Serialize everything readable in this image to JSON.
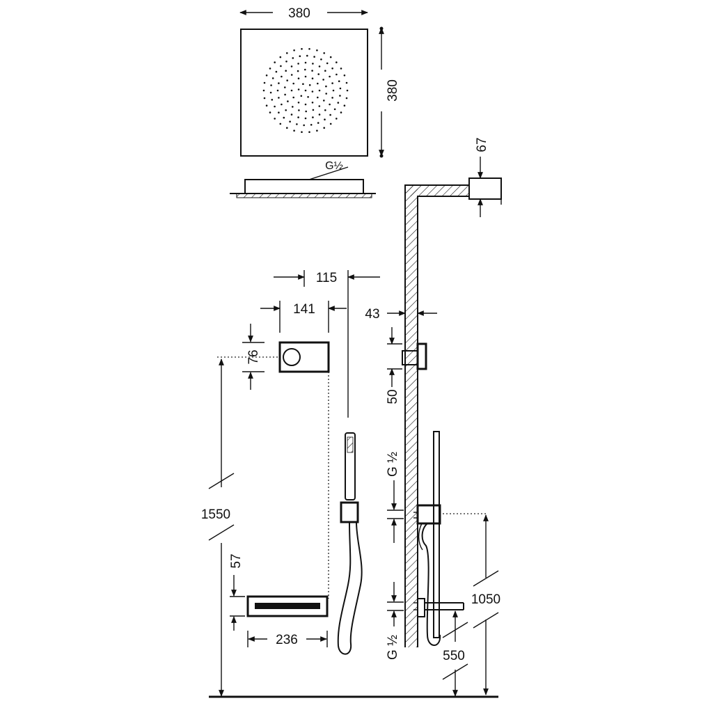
{
  "labels": {
    "head_width": "380",
    "head_depth": "380",
    "head_thread": "G½",
    "arm_thickness": "67",
    "handset_offset": "115",
    "mixer_width": "141",
    "wall_offset": "43",
    "mixer_height": "76",
    "arm_to_mixer": "50",
    "hose_thread": "G ½",
    "overall_height": "1550",
    "spout_height": "57",
    "spout_width": "236",
    "outlet_height": "1050",
    "spout_level": "550",
    "spout_thread": "G ½"
  }
}
